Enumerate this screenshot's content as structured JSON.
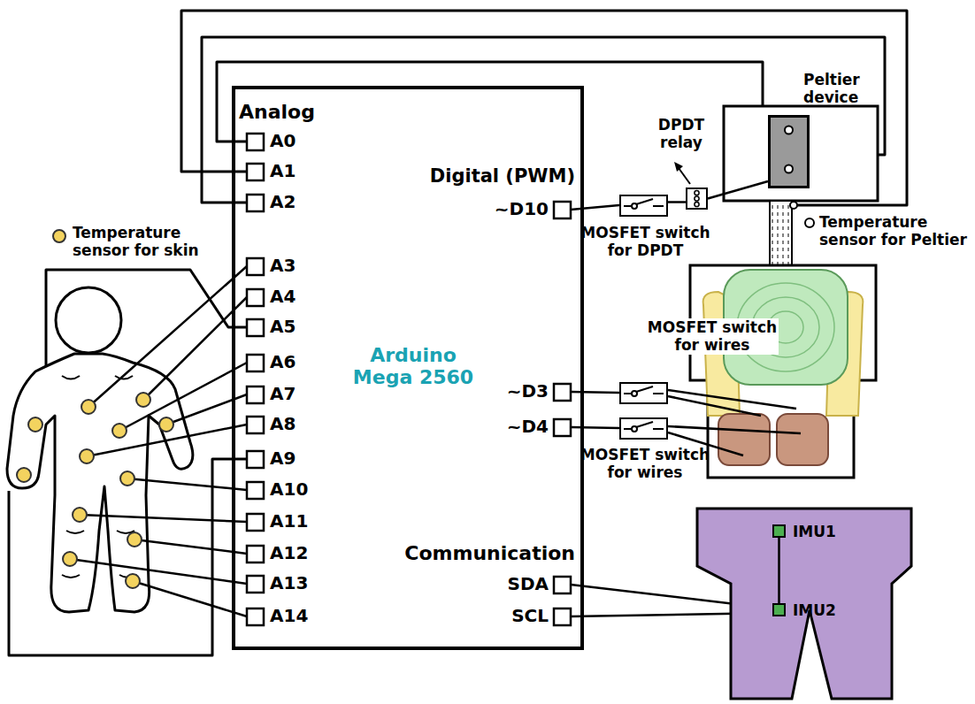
{
  "diagram": {
    "nodes": [
      {
        "text": [
          "Arduino Mega 2560"
        ]
      },
      {
        "text": [
          "Peltier device"
        ]
      },
      {
        "text": [
          "DPDT relay"
        ]
      },
      {
        "text": [
          "MOSFET switch for DPDT"
        ]
      },
      {
        "text": [
          "MOSFET switch for wires"
        ]
      },
      {
        "text": [
          "MOSFET switch for wires"
        ]
      },
      {
        "text": [
          "IMU1"
        ]
      },
      {
        "text": [
          "IMU2"
        ]
      }
    ],
    "edges": [
      {
        "from": 3,
        "to": 2,
        "arrow": "none"
      },
      {
        "from": 2,
        "to": 1,
        "arrow": "none"
      },
      {
        "from": 6,
        "to": 7,
        "arrow": "none"
      }
    ],
    "labels": [
      "Analog",
      "A0",
      "A1",
      "A2",
      "A3",
      "A4",
      "A5",
      "A6",
      "A7",
      "A8",
      "A9",
      "A10",
      "A11",
      "A12",
      "A13",
      "A14",
      "Digital (PWM)",
      "~D10",
      "~D3",
      "~D4",
      "Communication",
      "SDA",
      "SCL"
    ],
    "legend": [
      {
        "text": "Temperature sensor for skin",
        "color": "#f3d35f"
      },
      {
        "text": "Temperature sensor for Peltier"
      }
    ]
  }
}
